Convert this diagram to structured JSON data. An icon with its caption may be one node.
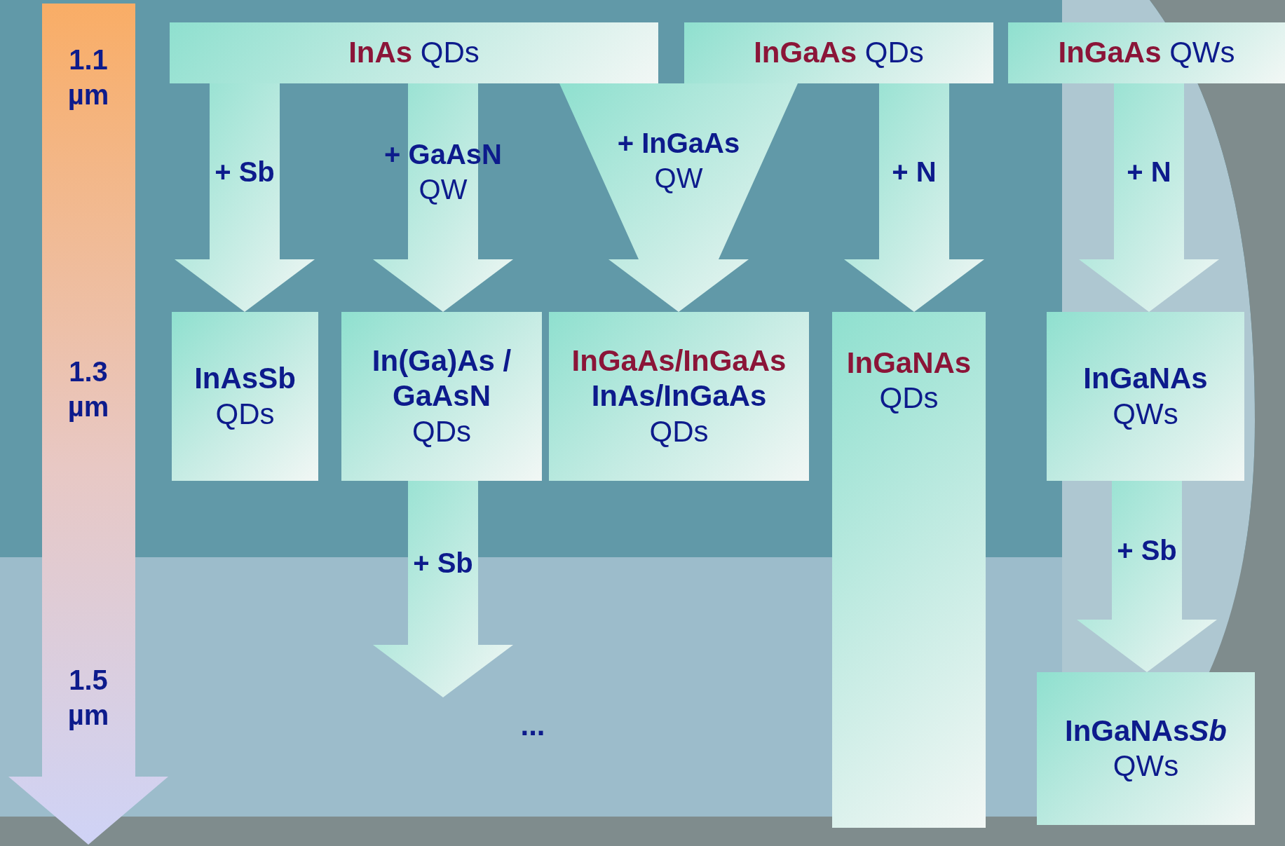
{
  "diagram": {
    "nodes": [
      {
        "text": [
          "**InAs** QDs"
        ]
      },
      {
        "text": [
          "**InGaAs** QDs"
        ]
      },
      {
        "text": [
          "**InGaAs** QWs"
        ]
      },
      {
        "text": [
          "InAsSb",
          "QDs"
        ]
      },
      {
        "text": [
          "In(Ga)As / GaAsN",
          "QDs"
        ]
      },
      {
        "text": [
          "InGaAs/InGaAs",
          "InAs/InGaAs",
          "QDs"
        ]
      },
      {
        "text": [
          "InGaNAs",
          "QDs"
        ]
      },
      {
        "text": [
          "InGaNAs",
          "QWs"
        ]
      },
      {
        "text": [
          "InGaNAsSb",
          "QWs"
        ]
      },
      {
        "text": [
          "..."
        ]
      }
    ],
    "edges": [
      {
        "from": 0,
        "to": 3,
        "arrow": "to",
        "label": "+ Sb"
      },
      {
        "from": 0,
        "to": 4,
        "arrow": "to",
        "label": "**+ GaAsN** QW"
      },
      {
        "from": 0,
        "to": 5,
        "arrow": "to",
        "label": "**+ InGaAs** QW"
      },
      {
        "from": 1,
        "to": 6,
        "arrow": "to",
        "label": "+ N"
      },
      {
        "from": 2,
        "to": 7,
        "arrow": "to",
        "label": "+ N"
      },
      {
        "from": 7,
        "to": 8,
        "arrow": "to",
        "label": "+ Sb"
      },
      {
        "from": 4,
        "to": 9,
        "arrow": "to",
        "label": "+ Sb"
      }
    ],
    "labels": [
      "1.1 µm",
      "1.3 µm",
      "1.5 µm"
    ]
  }
}
